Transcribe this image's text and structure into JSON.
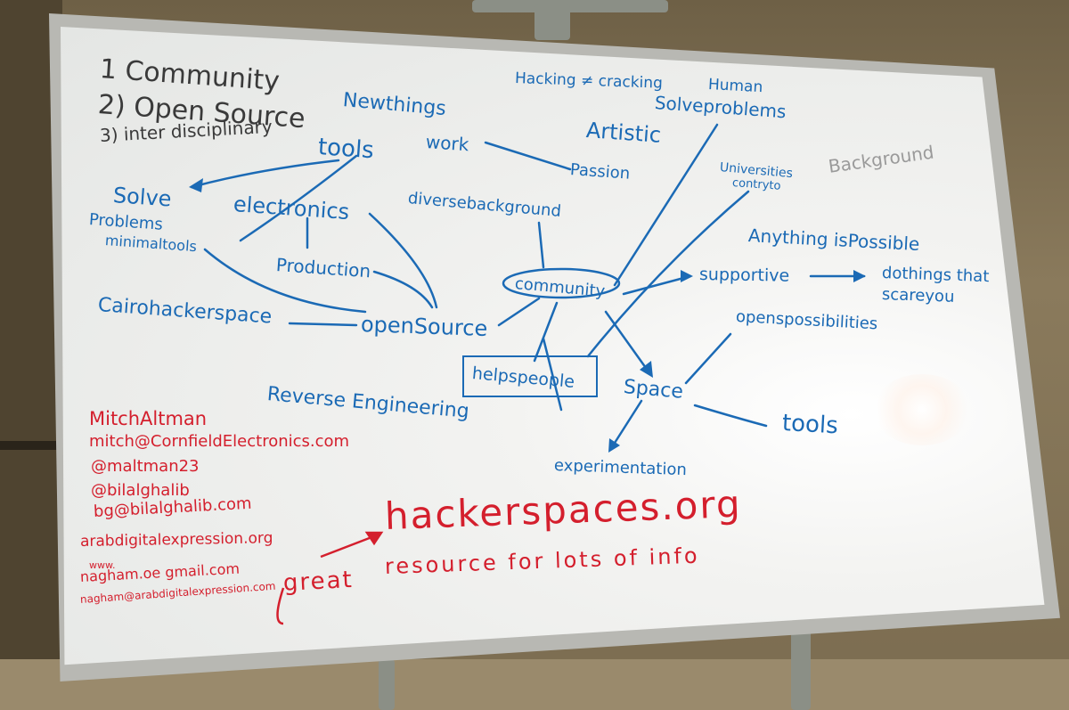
{
  "board": {
    "list": [
      "1 Community",
      "2) Open Source",
      "3) inter disciplinary"
    ],
    "nodes": {
      "hacking": "Hacking ≠ cracking",
      "human": "Human",
      "solve_problems_top": "Solveproblems",
      "new_things": "Newthings",
      "artistic": "Artistic",
      "tools_top": "tools",
      "work": "work",
      "passion": "Passion",
      "universities": "Universities",
      "contrary": "contryto",
      "solve": "Solve",
      "problems": "Problems",
      "minimal_tools": "minimaltools",
      "electronics": "electronics",
      "diverse_background": "diversebackground",
      "anything_possible": "Anything isPossible",
      "production": "Production",
      "supportive": "supportive",
      "do_things": "dothings that",
      "scare_you": "scareyou",
      "cairo": "Cairohackerspace",
      "open_source": "openSource",
      "community": "community",
      "open_possibilities": "openspossibilities",
      "helps_people": "helpspeople",
      "space": "Space",
      "reverse_engineering": "Reverse Engineering",
      "tools_bottom": "tools",
      "experimentation": "experimentation",
      "background": "Background"
    },
    "contacts": [
      "MitchAltman",
      "mitch@CornfieldElectronics.com",
      "@maltman23",
      "@bilalghalib",
      "bg@bilalghalib.com",
      "arabdigitalexpression.org",
      "www.",
      "nagham.oe gmail.com",
      "nagham@arabdigitalexpression.com"
    ],
    "highlight": "hackerspaces.org",
    "great": "great",
    "resource": "resource for lots of info"
  },
  "colors": {
    "blue_marker": "#1b6ab5",
    "red_marker": "#d41f2d",
    "black_marker": "#3a3a3a"
  }
}
